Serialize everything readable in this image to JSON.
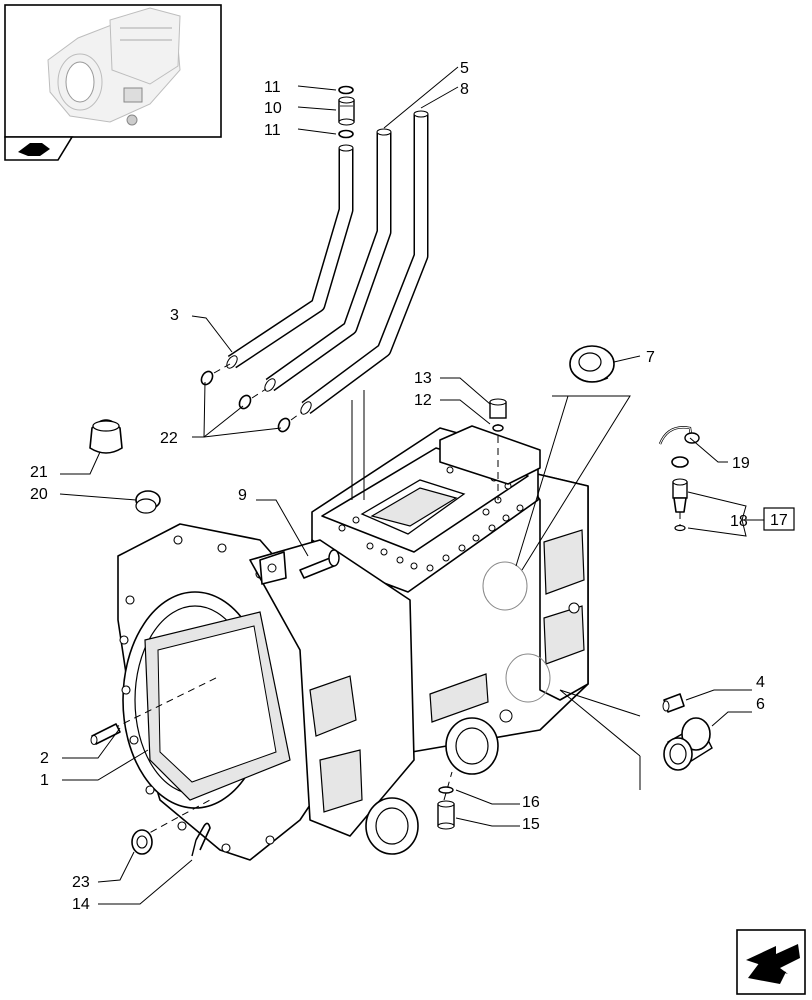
{
  "labels": {
    "n1": "1",
    "n2": "2",
    "n3": "3",
    "n4": "4",
    "n5": "5",
    "n6": "6",
    "n7": "7",
    "n8": "8",
    "n9": "9",
    "n10": "10",
    "n11a": "11",
    "n11b": "11",
    "n12": "12",
    "n13": "13",
    "n14": "14",
    "n15": "15",
    "n16": "16",
    "n17": "17",
    "n18": "18",
    "n19": "19",
    "n20": "20",
    "n21": "21",
    "n22": "22",
    "n23": "23"
  },
  "icons": {
    "thumbnail": "transmission-housing-thumbnail",
    "previous": "previous-page-arrow-icon",
    "next": "next-page-arrow-icon"
  }
}
